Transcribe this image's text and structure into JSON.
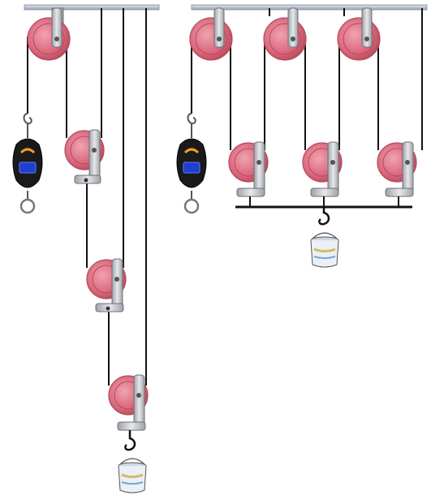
{
  "figure": {
    "colors": {
      "ceiling": "#aeb7c6",
      "ceiling_edge": "#7f8896",
      "pulley_face": "#d9647a",
      "pulley_rim": "#b44a5c",
      "pulley_hub": "#9a3448",
      "bracket": "#c9ccd0",
      "bracket_edge": "#6d7177",
      "rope": "#111111",
      "scale_body": "#1a1a1a",
      "scale_screen": "#1e3fd0",
      "scale_accent": "#f0a020",
      "bucket_body": "#e9f0f6",
      "bucket_label": "#7aa0d8",
      "bucket_liquid": "#d6b86a"
    },
    "left_system": {
      "scale": {
        "icon": "spring-scale-icon"
      },
      "fixed_pulleys": 1,
      "movable_pulleys": 3,
      "load": {
        "icon": "bucket-icon"
      }
    },
    "right_system": {
      "scale": {
        "icon": "spring-scale-icon"
      },
      "fixed_pulleys": 3,
      "movable_pulleys": 3,
      "load": {
        "icon": "bucket-icon"
      }
    }
  }
}
